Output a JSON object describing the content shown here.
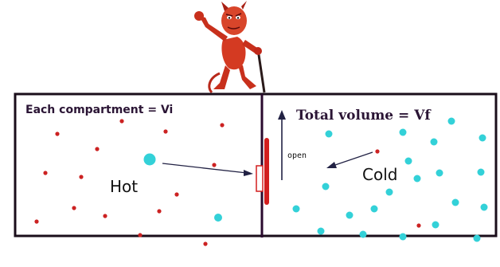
{
  "labels": {
    "left_caption": "Each compartment = Vi",
    "right_caption": "Total volume = Vf",
    "hot": "Hot",
    "cold": "Cold",
    "open": "open"
  },
  "colors": {
    "box_border": "#1a0d1a",
    "partition": "#2a0a2e",
    "door": "#d21e1e",
    "hot_particle": "#cc2222",
    "cold_particle": "#33d1d8",
    "arrow": "#222244",
    "demon_body": "#c8301c"
  },
  "icons": {
    "demon": "maxwell-demon-icon"
  },
  "particles": {
    "left_red_count": 15,
    "left_cyan_count": 2,
    "right_cyan_count": 21,
    "right_red_count": 2
  }
}
